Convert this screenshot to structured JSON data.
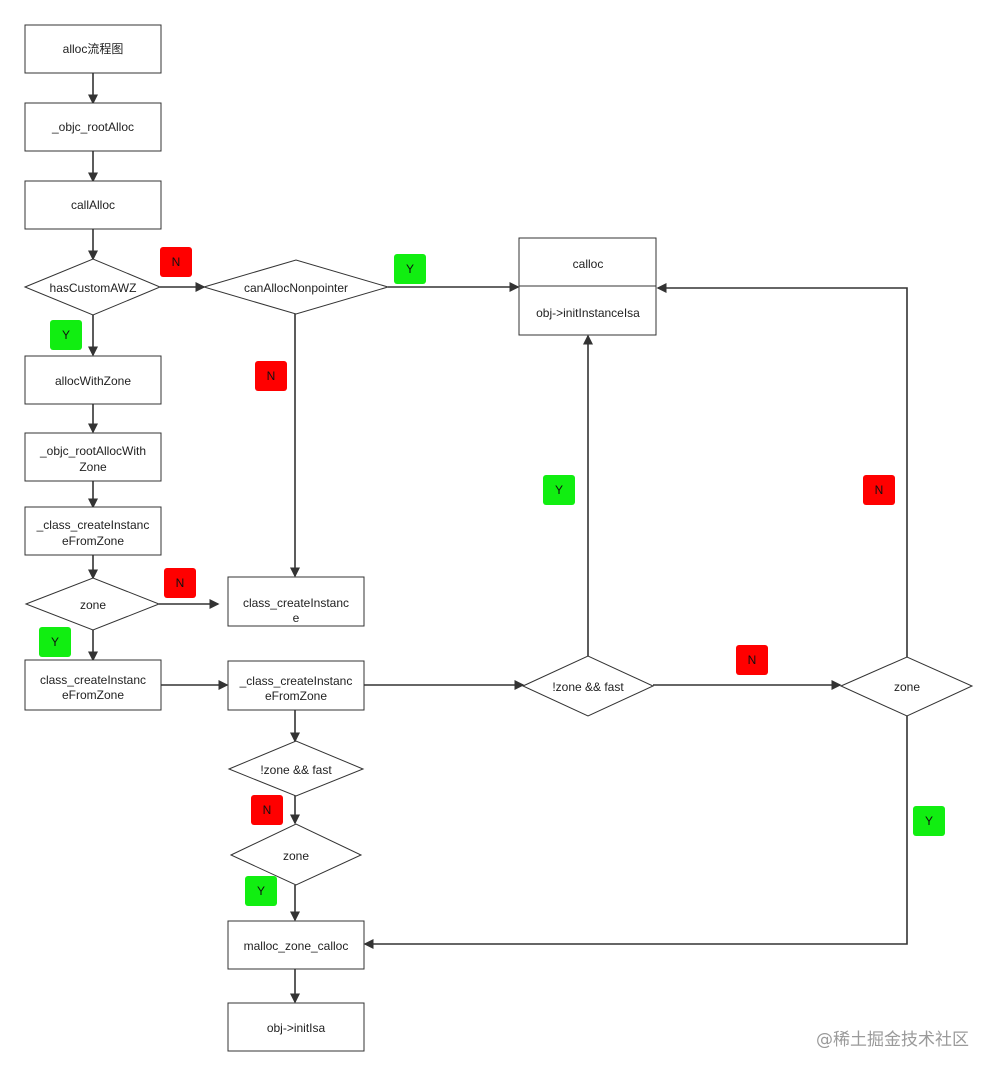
{
  "colors": {
    "yes_tag": "#11ee11",
    "no_tag": "#ff0000",
    "stroke": "#333333"
  },
  "nodes": {
    "alloc_flow": "alloc流程图",
    "objc_rootalloc": "_objc_rootAlloc",
    "callalloc": "callAlloc",
    "hascustomawz": "hasCustomAWZ",
    "canallocnonpointer": "canAllocNonpointer",
    "calloc_top": "calloc",
    "calloc_bottom": "obj->initInstanceIsa",
    "allocwithzone": "allocWithZone",
    "objc_rootallocwithzone": [
      "_objc_rootAllocWith",
      "Zone"
    ],
    "class_createinstancefromzone_1": [
      "_class_createInstanc",
      "eFromZone"
    ],
    "zone_left": "zone",
    "class_createinstance": [
      "class_createInstanc",
      "e"
    ],
    "class_createinstancefromzone_2": [
      "class_createInstanc",
      "eFromZone"
    ],
    "class_createinstancefromzone_3": [
      "_class_createInstanc",
      "eFromZone"
    ],
    "notzone_fast_right": "!zone && fast",
    "zone_right": "zone",
    "notzone_fast_mid": "!zone && fast",
    "zone_mid": "zone",
    "malloc_zone_calloc": "malloc_zone_calloc",
    "obj_initisa": "obj->initIsa"
  },
  "tags": {
    "yes": "Y",
    "no": "N"
  },
  "watermark": "@稀土掘金技术社区"
}
